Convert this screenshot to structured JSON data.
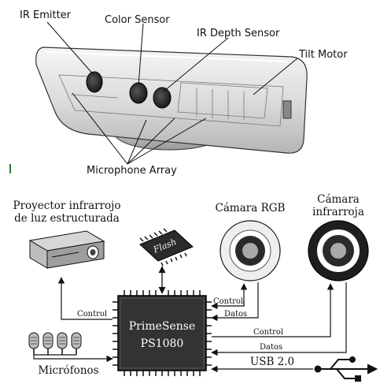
{
  "kinect": {
    "callouts": {
      "ir_emitter": "IR Emitter",
      "color_sensor": "Color Sensor",
      "ir_depth_sensor": "IR Depth Sensor",
      "tilt_motor": "Tilt Motor",
      "microphone_array": "Microphone Array"
    }
  },
  "block_diagram": {
    "projector": {
      "line1": "Proyector infrarrojo",
      "line2": "de luz estructurada"
    },
    "flash_chip": {
      "label": "Flash"
    },
    "processor": {
      "line1": "PrimeSense",
      "line2": "PS1080"
    },
    "rgb_camera": {
      "label": "Cámara RGB"
    },
    "ir_camera": {
      "line1": "Cámara",
      "line2": "infrarroja"
    },
    "microphones": {
      "label": "Micrófonos"
    },
    "signals": {
      "projector_control": "Control",
      "rgb_control": "Control",
      "rgb_data": "Datos",
      "ir_control": "Control",
      "ir_data": "Datos",
      "usb": "USB 2.0"
    }
  }
}
